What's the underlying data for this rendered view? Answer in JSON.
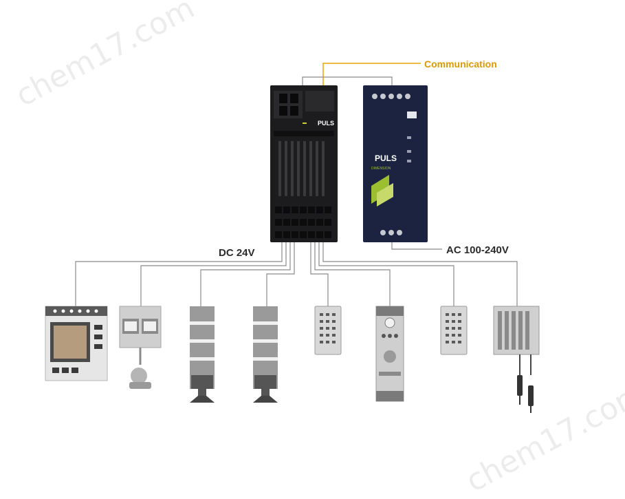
{
  "labels": {
    "communication": "Communication",
    "dc_voltage": "DC 24V",
    "ac_voltage": "AC 100-240V"
  },
  "controller": {
    "brand": "PULS"
  },
  "power_supply": {
    "brand": "PULS",
    "series": "DIMENSION"
  },
  "watermark": {
    "text": "chem17.com"
  },
  "colors": {
    "communication_line": "#e8a700",
    "communication_text": "#d99a00",
    "wire": "#8a8a8a",
    "module_dark": "#1c1c1e",
    "psu_navy": "#1b2340",
    "accent_green": "#9bbf2e"
  },
  "devices": [
    "hmi-panel",
    "relay-with-camera",
    "signal-tower",
    "signal-tower",
    "io-module",
    "din-rail-module",
    "io-module",
    "sensor-module"
  ]
}
